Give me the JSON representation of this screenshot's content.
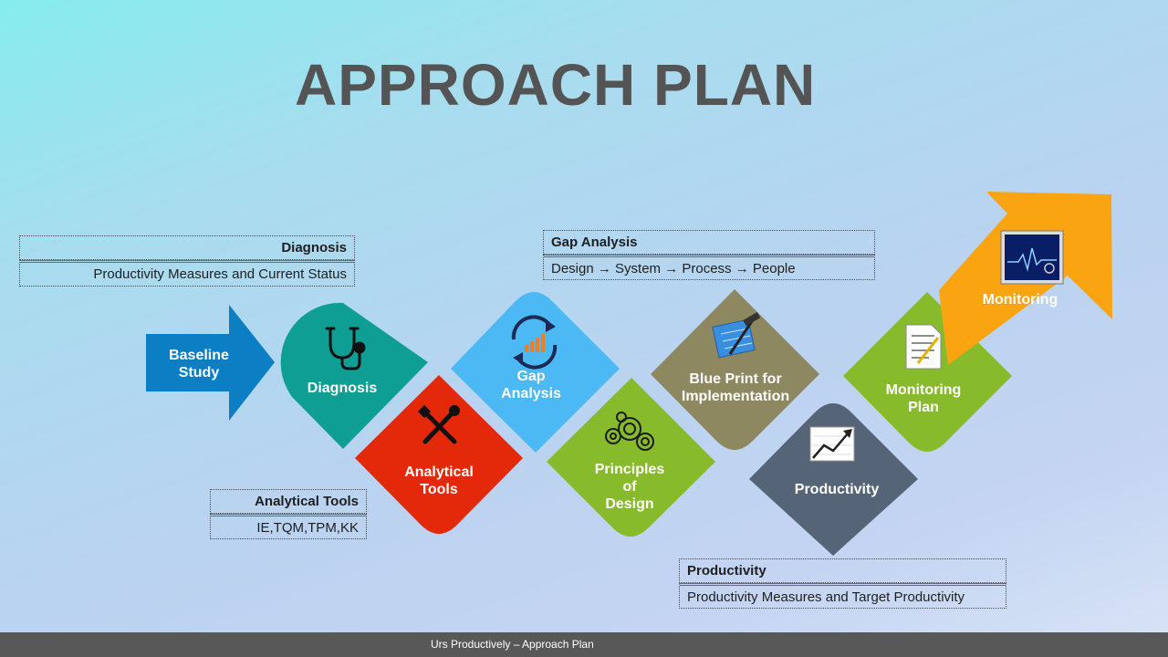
{
  "title": "APPROACH PLAN",
  "steps": {
    "baseline": {
      "line1": "Baseline",
      "line2": "Study",
      "color": "#0c7fc4"
    },
    "diagnosis": {
      "line1": "Diagnosis",
      "color": "#0e9e93"
    },
    "analytical": {
      "line1": "Analytical",
      "line2": "Tools",
      "color": "#e4290b"
    },
    "gap": {
      "line1": "Gap",
      "line2": "Analysis",
      "color": "#4cb9f5"
    },
    "principles": {
      "line1": "Principles",
      "line2": "of",
      "line3": "Design",
      "color": "#87bb2b"
    },
    "blueprint": {
      "line1": "Blue Print for",
      "line2": "Implementation",
      "color": "#8e8860"
    },
    "productivity": {
      "line1": "Productivity",
      "color": "#566477"
    },
    "monitoring_plan": {
      "line1": "Monitoring",
      "line2": "Plan",
      "color": "#87bb2b"
    },
    "monitoring": {
      "line1": "Monitoring",
      "color": "#fba412"
    }
  },
  "callouts": {
    "diagnosis": {
      "head": "Diagnosis",
      "sub": "Productivity Measures and Current Status"
    },
    "analytical": {
      "head": "Analytical Tools",
      "sub": "IE,TQM,TPM,KK"
    },
    "gap": {
      "head": "Gap Analysis",
      "sub": "Design → System → Process → People"
    },
    "productivity": {
      "head": "Productivity",
      "sub": "Productivity Measures and Target Productivity"
    }
  },
  "footer": "Urs  Productively – Approach Plan"
}
